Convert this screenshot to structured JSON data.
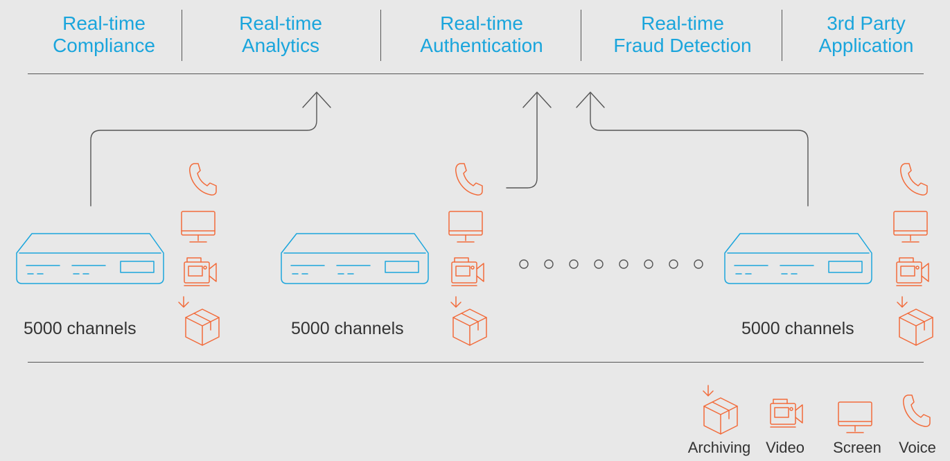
{
  "categories": [
    {
      "line1": "Real-time",
      "line2": "Compliance"
    },
    {
      "line1": "Real-time",
      "line2": "Analytics"
    },
    {
      "line1": "Real-time",
      "line2": "Authentication"
    },
    {
      "line1": "Real-time",
      "line2": "Fraud Detection"
    },
    {
      "line1": "3rd Party",
      "line2": "Application"
    }
  ],
  "nodes": [
    {
      "label": "5000 channels"
    },
    {
      "label": "5000 channels"
    },
    {
      "label": "5000 channels"
    }
  ],
  "legend": {
    "archiving": "Archiving",
    "video": "Video",
    "screen": "Screen",
    "voice": "Voice"
  },
  "colors": {
    "accent_blue": "#1aa5dc",
    "icon_orange": "#f26b3a",
    "line_gray": "#555555",
    "background": "#e8e8e8"
  },
  "icons": [
    "phone-icon",
    "monitor-icon",
    "video-camera-icon",
    "down-arrow-icon",
    "box-icon",
    "server-icon"
  ]
}
